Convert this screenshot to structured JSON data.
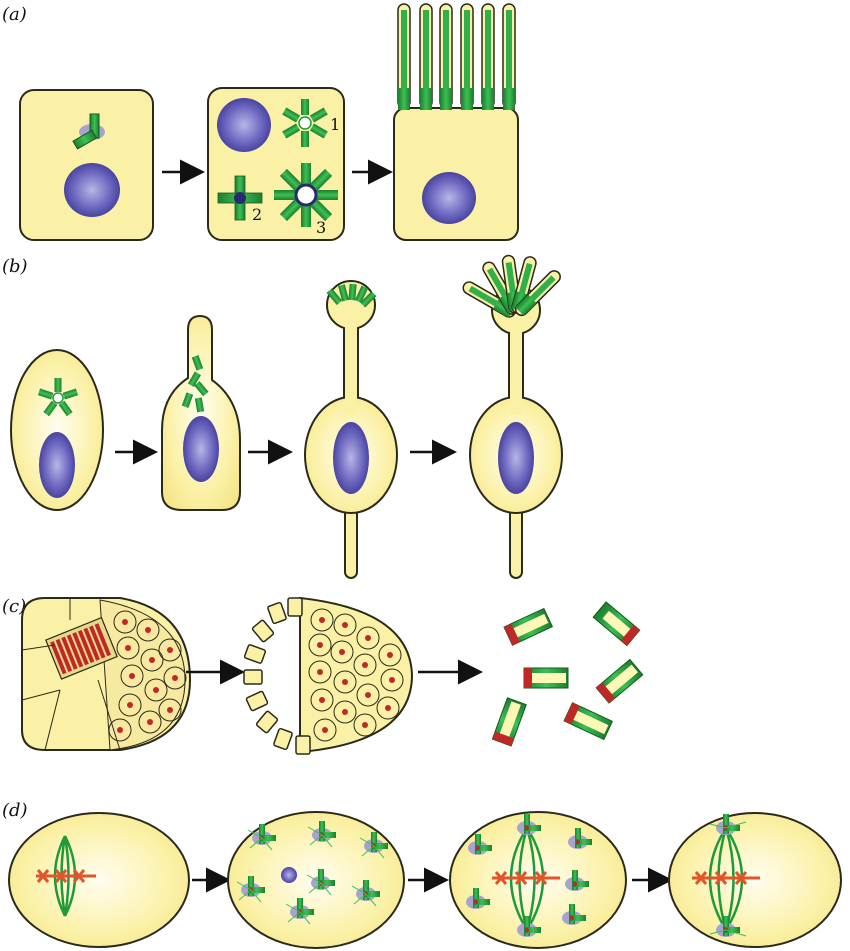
{
  "panels": [
    {
      "label": "(a)",
      "numbers": [
        "1",
        "2",
        "3"
      ]
    },
    {
      "label": "(b)"
    },
    {
      "label": "(c)"
    },
    {
      "label": "(d)"
    }
  ],
  "colors": {
    "cell_fill": "#fbf1a6",
    "cell_stroke": "#2a2a1a",
    "nucleus": "#5b56b0",
    "centriole_green": "#1f9a3a",
    "centriole_light": "#8fdc8a",
    "red_marker": "#c02828",
    "chromosome": "#e0552a",
    "pericentriolar": "#a7a3cf"
  }
}
